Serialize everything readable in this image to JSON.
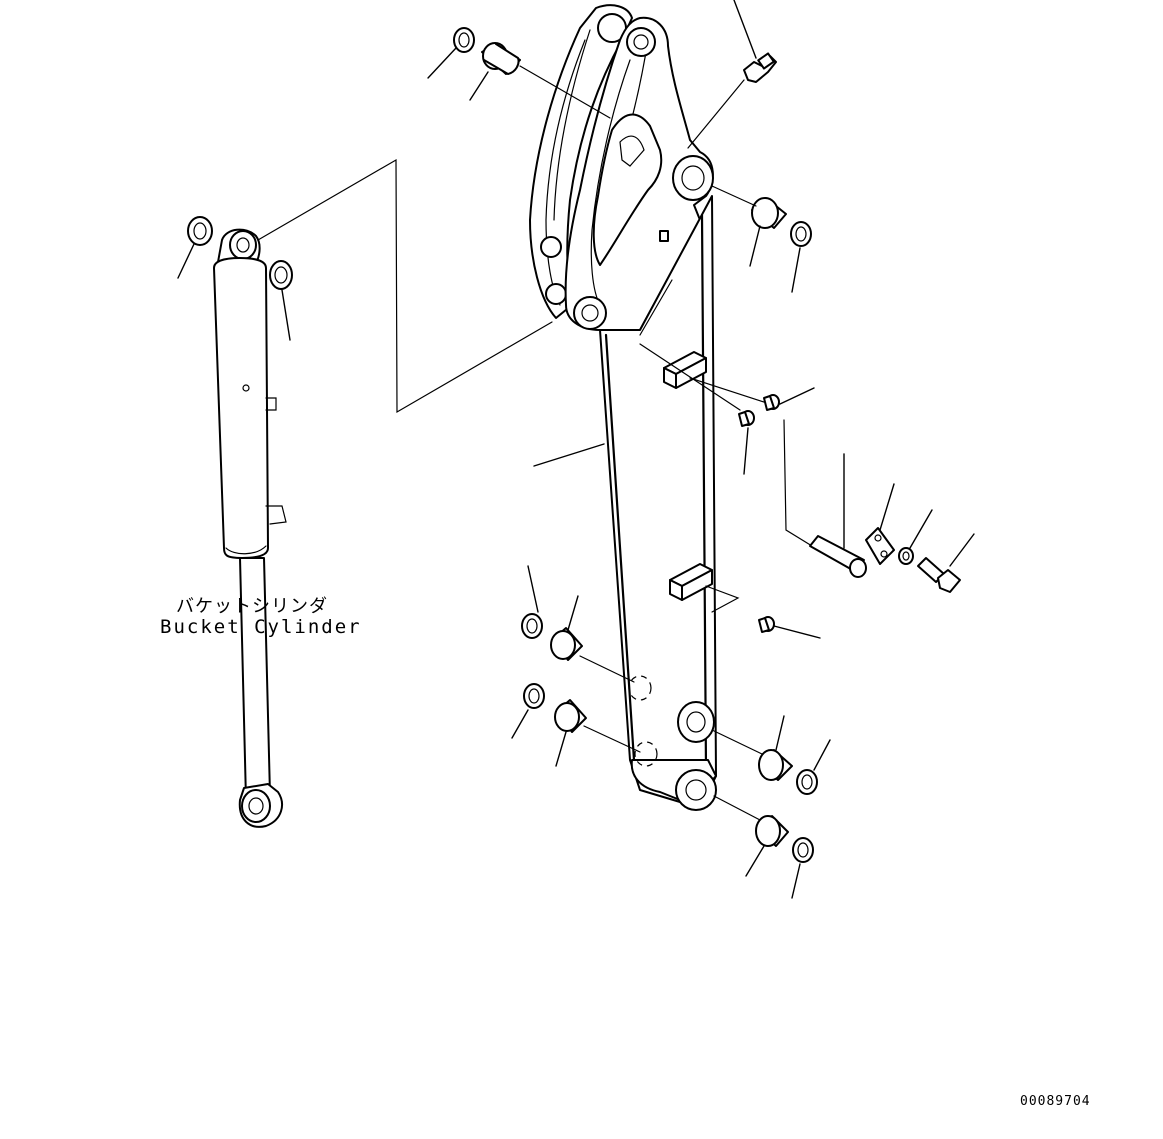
{
  "callouts": {
    "bucket_cylinder_jp": "バケットシリンダ",
    "bucket_cylinder_en": "Bucket Cylinder"
  },
  "drawing_number": "00089704"
}
